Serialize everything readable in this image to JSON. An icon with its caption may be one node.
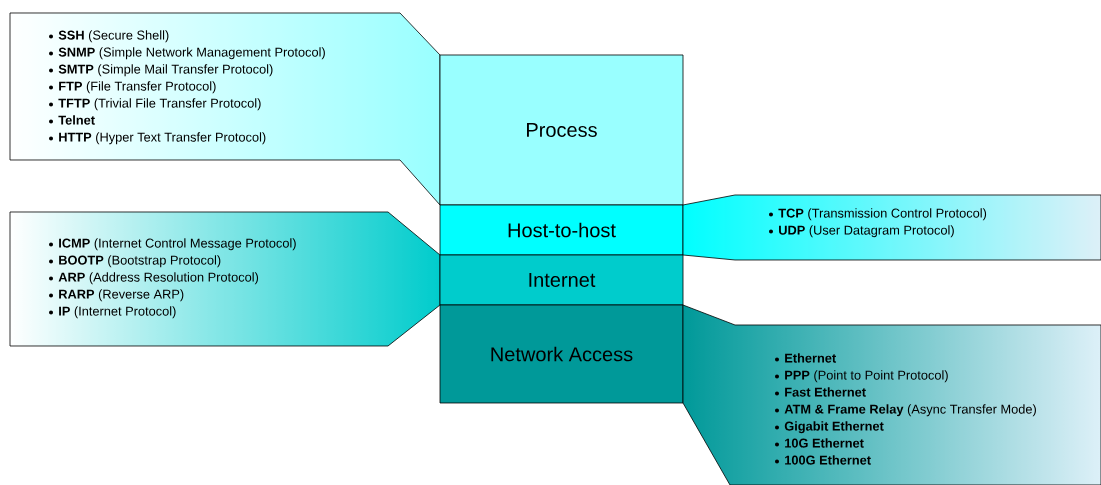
{
  "diagram": {
    "nodes": [
      {
        "text": [
          "**SSH** (Secure Shell)",
          "**SNMP** (Simple Network Management Protocol)",
          "**SMTP** (Simple Mail Transfer Protocol)",
          "**FTP** (File Transfer Protocol)",
          "**TFTP** (Trivial File Transfer Protocol)",
          "**Telnet**",
          "**HTTP** (Hyper Text Transfer Protocol)"
        ]
      },
      {
        "text": [
          "Process"
        ]
      },
      {
        "text": [
          "Host-to-host"
        ]
      },
      {
        "text": [
          "**TCP** (Transmission Control Protocol)",
          "**UDP** (User Datagram Protocol)"
        ]
      },
      {
        "text": [
          "**ICMP** (Internet Control Message Protocol)",
          "**BOOTP** (Bootstrap Protocol)",
          "**ARP** (Address Resolution Protocol)",
          "**RARP** (Reverse ARP)",
          "**IP** (Internet Protocol)"
        ]
      },
      {
        "text": [
          "Internet"
        ]
      },
      {
        "text": [
          "Network Access"
        ]
      },
      {
        "text": [
          "**Ethernet**",
          "**PPP** (Point to Point Protocol)",
          "**Fast Ethernet**",
          "**ATM & Frame Relay** (Async Transfer Mode)",
          "**Gigabit Ethernet**",
          "**10G Ethernet**",
          "**100G Ethernet**"
        ]
      }
    ]
  }
}
